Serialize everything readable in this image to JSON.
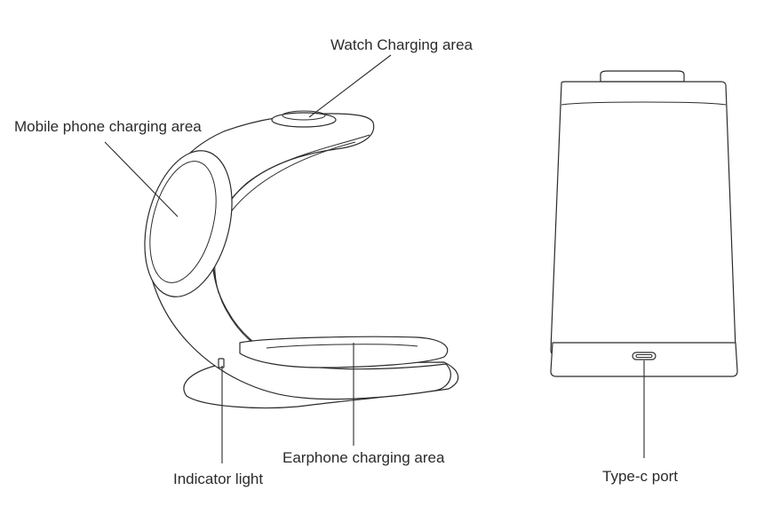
{
  "labels": {
    "watch": "Watch Charging area",
    "phone": "Mobile phone charging area",
    "earphone": "Earphone charging area",
    "indicator": "Indicator light",
    "typec": "Type-c port"
  },
  "colors": {
    "line": "#2b2b2b",
    "background": "#ffffff"
  }
}
